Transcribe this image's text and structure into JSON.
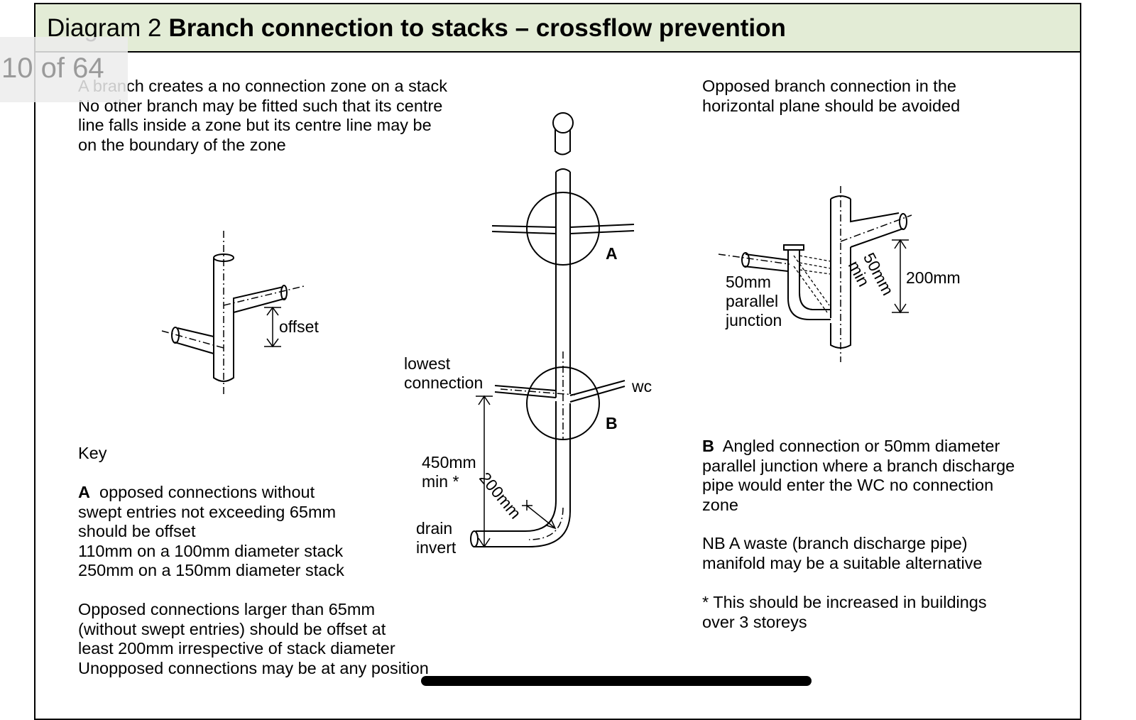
{
  "header": {
    "diagram_no": "Diagram 2",
    "title": "Branch connection to stacks – crossflow prevention"
  },
  "page_indicator": "10 of 64",
  "intro": [
    "A branch creates a no connection zone on a stack",
    "No other branch may be fitted such that its centre",
    "line falls inside a zone but its centre line may be",
    "on the boundary of the zone"
  ],
  "opposed_note": [
    "Opposed branch connection in the",
    "horizontal plane should be avoided"
  ],
  "key": {
    "heading": "Key",
    "a_letter": "A",
    "a_lines": [
      "opposed connections without",
      "swept entries not exceeding 65mm",
      "should be offset",
      "110mm on a 100mm diameter stack",
      "250mm on a 150mm diameter stack"
    ],
    "opposed_large": [
      "Opposed connections larger than 65mm",
      "(without swept entries) should be offset at",
      "least 200mm irrespective of stack diameter",
      "Unopposed connections may be at any position"
    ]
  },
  "note_b": {
    "letter": "B",
    "lines": [
      "Angled connection or 50mm diameter",
      "parallel junction where a branch discharge",
      "pipe would enter the WC no connection",
      "zone"
    ]
  },
  "nb_note": [
    "NB A waste (branch discharge pipe)",
    "manifold may be a suitable alternative"
  ],
  "star_note": [
    "*  This should be increased in buildings",
    "over 3 storeys"
  ],
  "labels": {
    "offset": "offset",
    "zone_a": "A",
    "zone_b": "B",
    "wc": "wc",
    "lowest": [
      "lowest",
      "connection"
    ],
    "min450": [
      "450mm",
      "min *"
    ],
    "dim200": "200mm",
    "drain": [
      "drain",
      "invert"
    ],
    "junction": [
      "50mm",
      "parallel",
      "junction"
    ],
    "min50": [
      "50mm",
      "min"
    ],
    "dim200_right": "200mm"
  }
}
